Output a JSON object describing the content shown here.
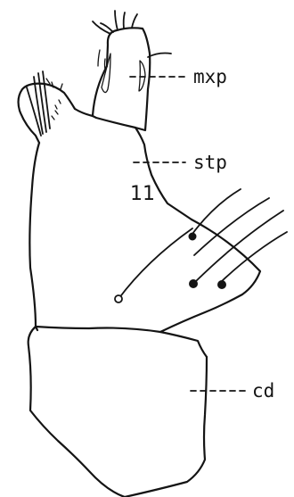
{
  "labels": {
    "maxillary_palp": "mxp",
    "stipes": "stp",
    "cardo": "cd",
    "seta_count": "11"
  },
  "colors": {
    "ink": "#141414",
    "paper": "#ffffff"
  }
}
